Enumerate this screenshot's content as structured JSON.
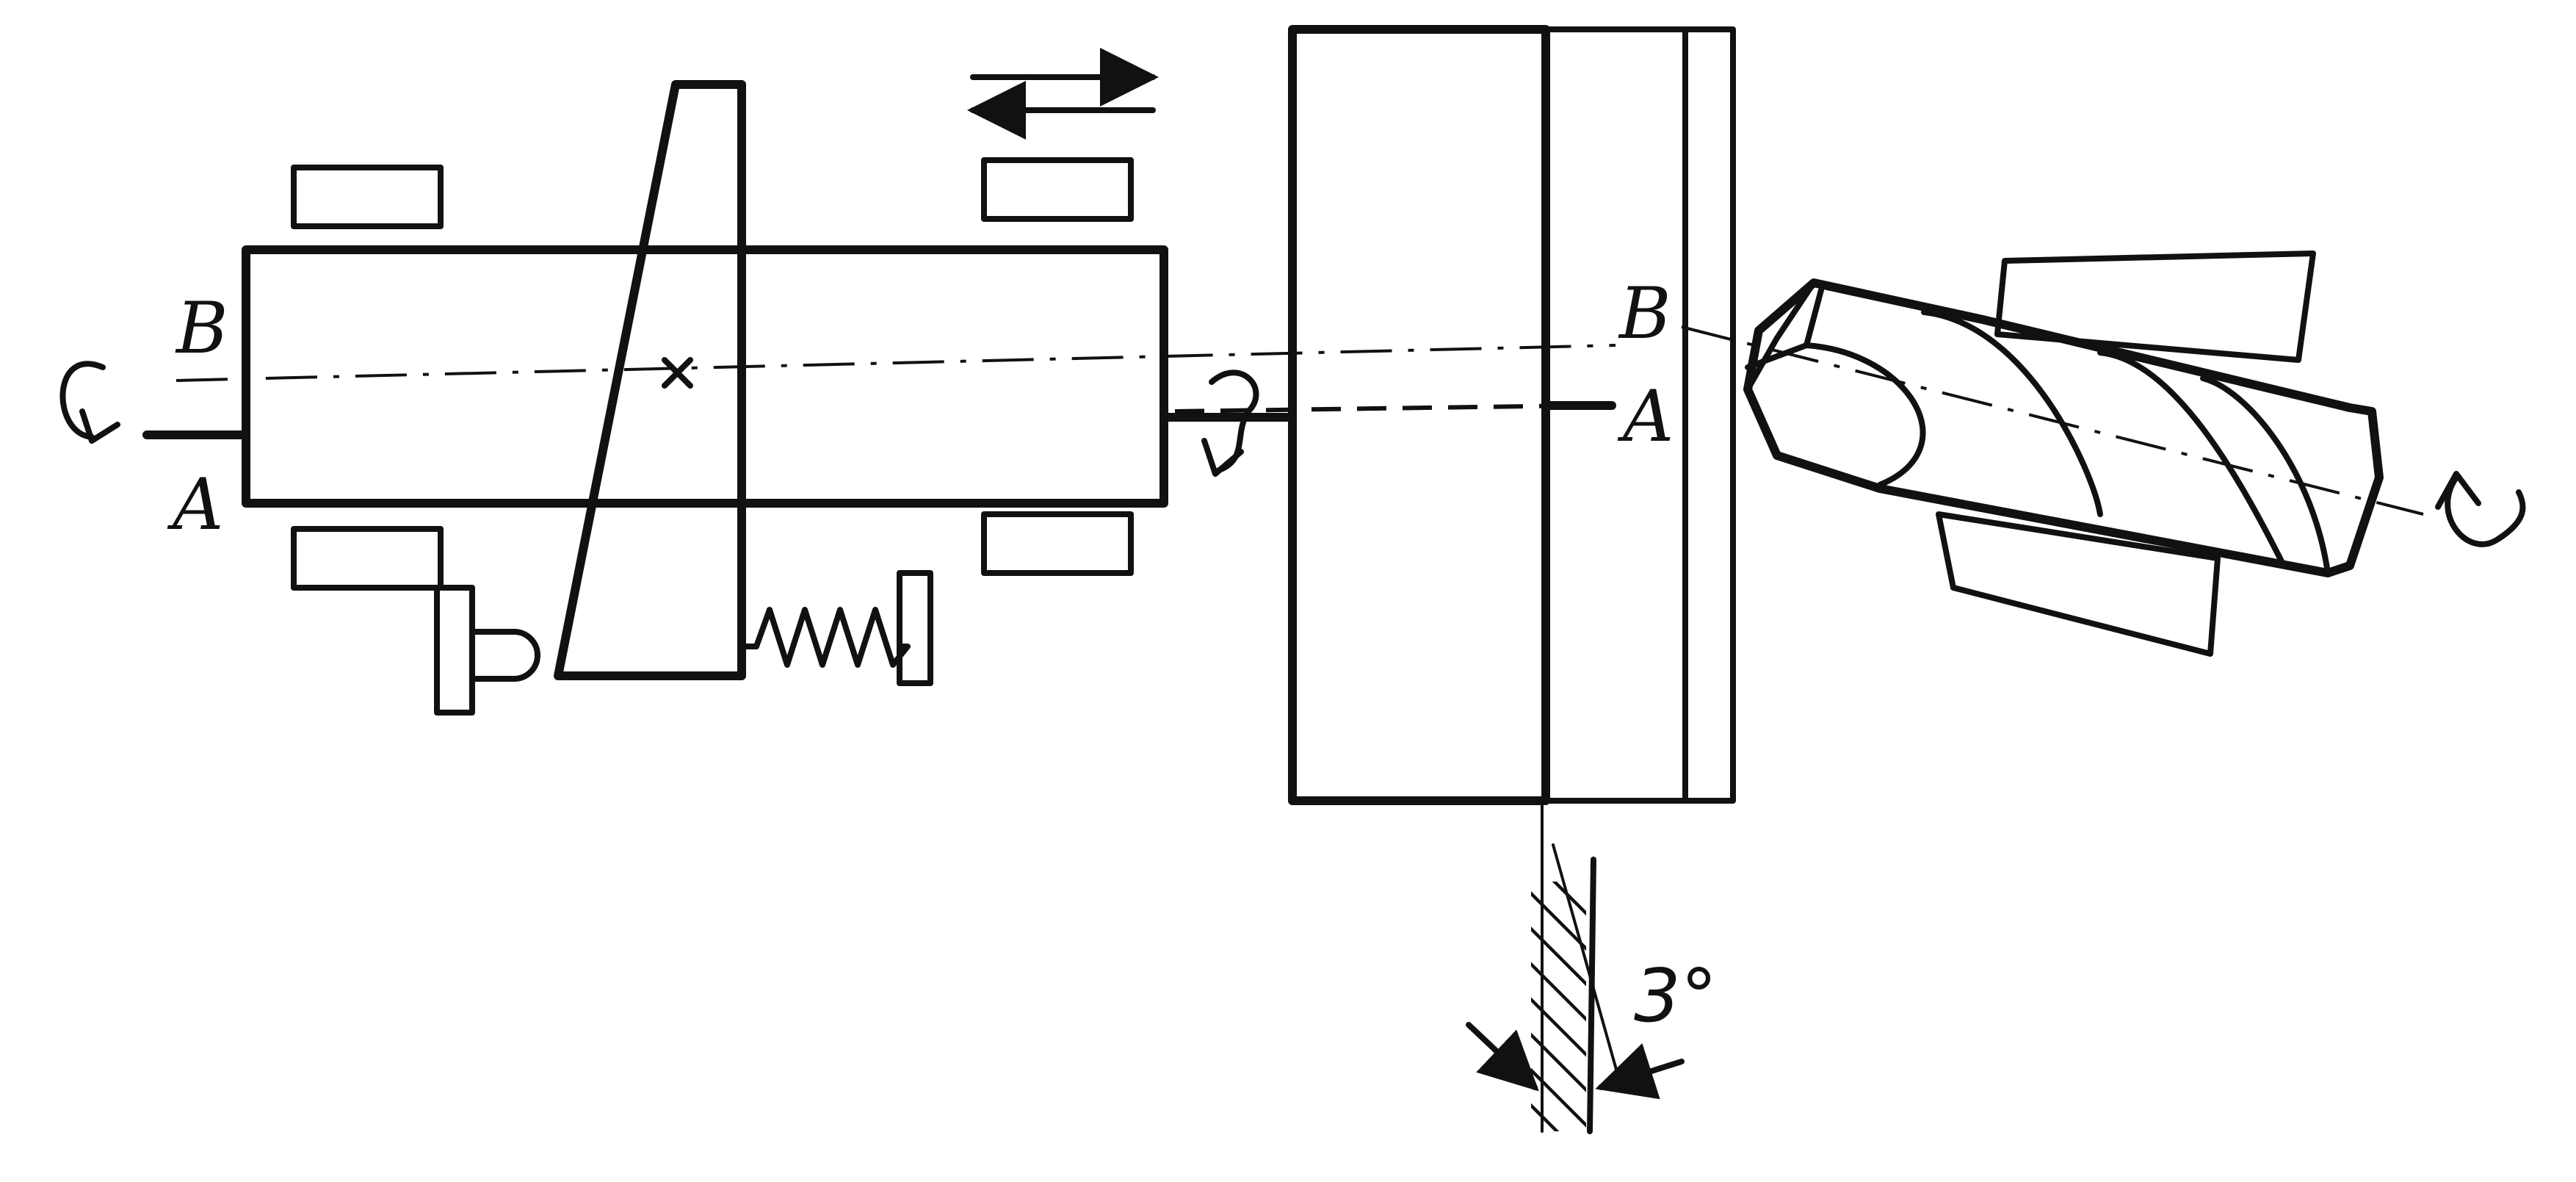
{
  "labels": {
    "b_left": "B",
    "a_left": "A",
    "b_right": "B",
    "a_right": "A",
    "angle": "3°"
  },
  "colors": {
    "ink": "#111111",
    "background": "#ffffff"
  },
  "icons": {
    "rotation": "rotation-arrow-icon",
    "traverse": "double-arrow-icon"
  }
}
